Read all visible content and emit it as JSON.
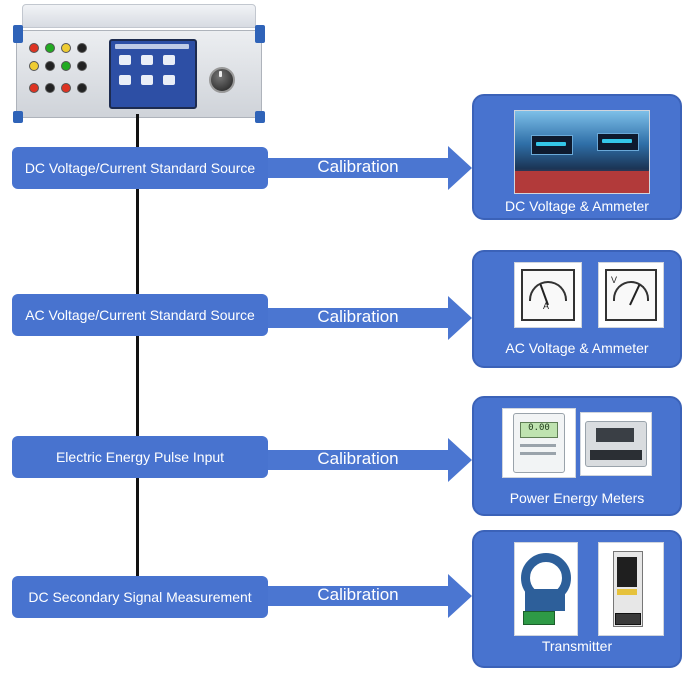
{
  "instrument": {
    "brand_text": "",
    "name": "standard-source-instrument"
  },
  "rows": [
    {
      "source_label": "DC Voltage/Current Standard Source",
      "arrow_label": "Calibration",
      "target_label": "DC Voltage & Ammeter"
    },
    {
      "source_label": "AC Voltage/Current Standard Source",
      "arrow_label": "Calibration",
      "target_label": "AC Voltage & Ammeter"
    },
    {
      "source_label": "Electric Energy Pulse Input",
      "arrow_label": "Calibration",
      "target_label": "Power Energy Meters"
    },
    {
      "source_label": "DC Secondary Signal Measurement",
      "arrow_label": "Calibration",
      "target_label": "Transmitter"
    }
  ],
  "meter_faces": {
    "left_scale": "A",
    "right_scale": "V",
    "lcd_reading": "0.00"
  },
  "colors": {
    "box_blue": "#4873cf",
    "arrow_blue": "#4b76d1",
    "trunk": "#111111",
    "text": "#ffffff"
  }
}
